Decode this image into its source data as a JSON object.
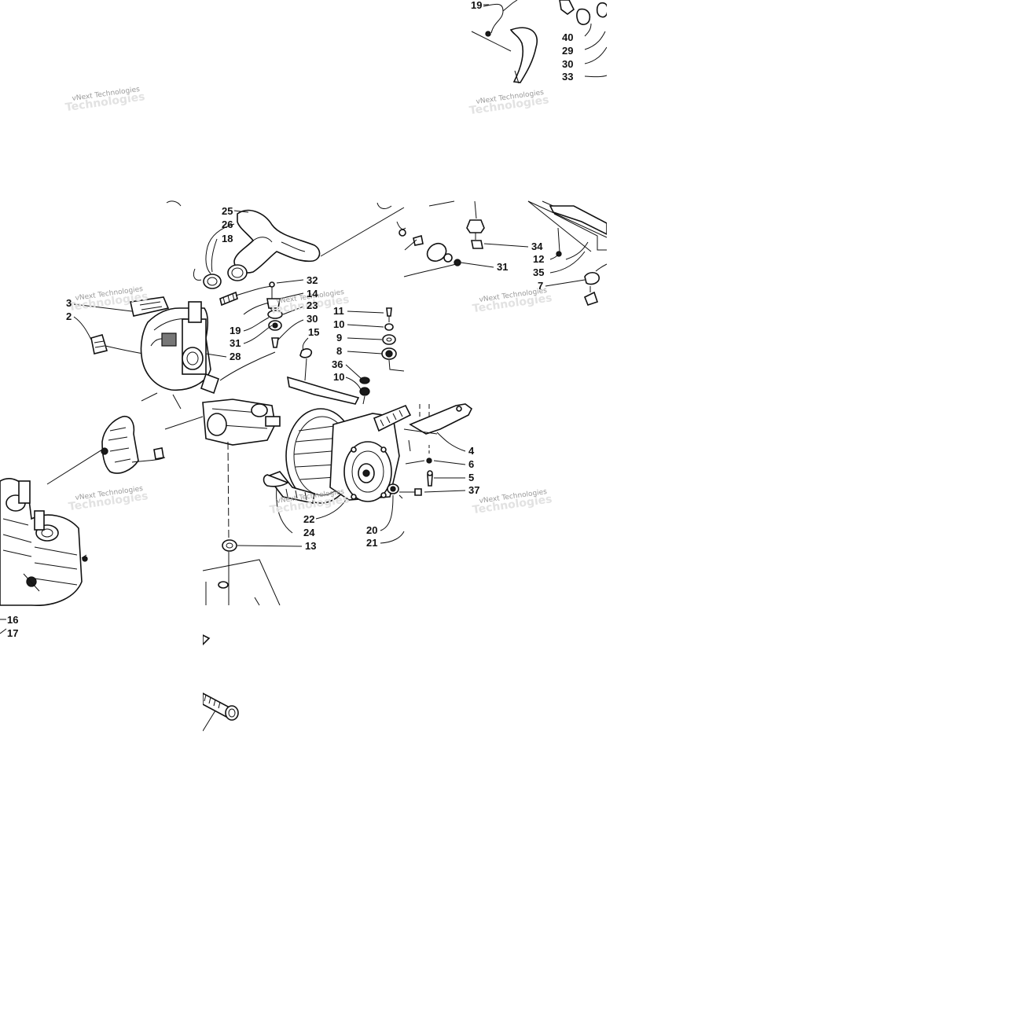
{
  "diagram": {
    "watermark_text": "vNext Technologies",
    "callouts": [
      "19",
      "40",
      "29",
      "30",
      "33",
      "25",
      "26",
      "18",
      "32",
      "14",
      "23",
      "3",
      "2",
      "19",
      "31",
      "30",
      "15",
      "28",
      "11",
      "10",
      "9",
      "8",
      "36",
      "10",
      "34",
      "31",
      "12",
      "35",
      "7",
      "4",
      "6",
      "5",
      "37",
      "22",
      "24",
      "13",
      "20",
      "21",
      "16",
      "17"
    ]
  }
}
